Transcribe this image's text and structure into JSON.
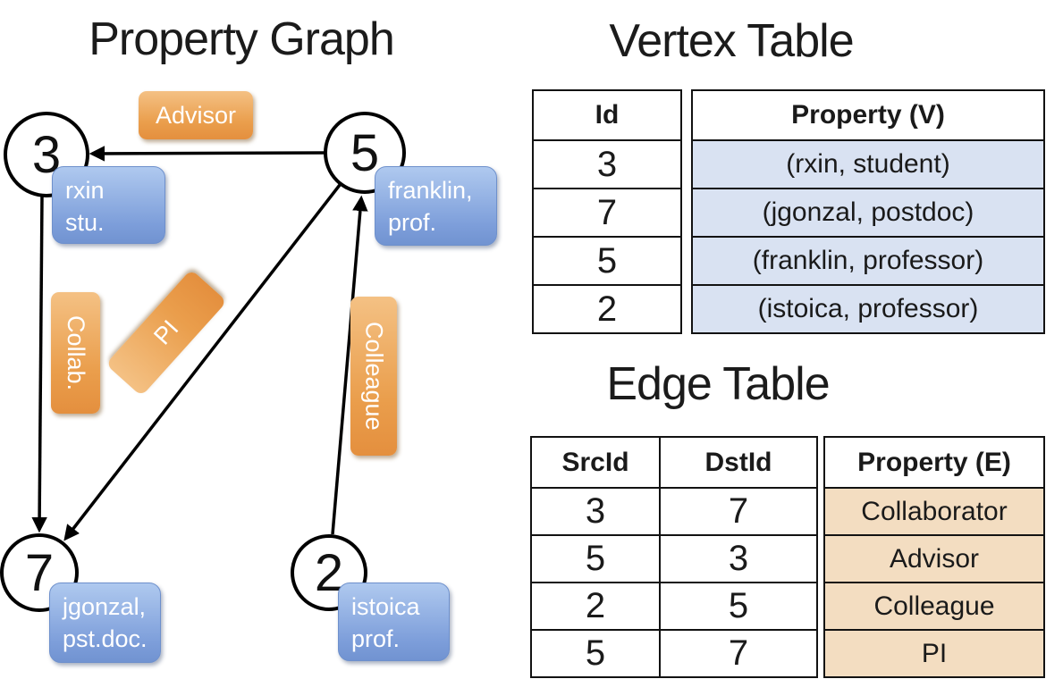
{
  "colors": {
    "edge_label_orange": "#EA9E4C",
    "vertex_label_blue": "#7D9EDA",
    "vertex_property_cell_bg": "#D9E2F2",
    "edge_property_cell_bg": "#F3DDC1",
    "table_border": "#121212",
    "edge_line": "#000000"
  },
  "graph": {
    "title": "Property Graph",
    "nodes": [
      {
        "id": "3",
        "label": [
          "rxin",
          "stu."
        ]
      },
      {
        "id": "5",
        "label": [
          "franklin,",
          "prof."
        ]
      },
      {
        "id": "7",
        "label": [
          "jgonzal,",
          "pst.doc."
        ]
      },
      {
        "id": "2",
        "label": [
          "istoica",
          "prof."
        ]
      }
    ],
    "edge_labels": {
      "advisor": "Advisor",
      "collab": "Collab.",
      "pi": "PI",
      "colleague": "Colleague"
    },
    "edges": [
      {
        "from": "5",
        "to": "3",
        "label": "Advisor"
      },
      {
        "from": "3",
        "to": "7",
        "label": "Collab."
      },
      {
        "from": "5",
        "to": "7",
        "label": "PI"
      },
      {
        "from": "2",
        "to": "5",
        "label": "Colleague"
      }
    ]
  },
  "vertex_table": {
    "title": "Vertex Table",
    "headers": {
      "id": "Id",
      "property": "Property (V)"
    },
    "rows": [
      {
        "id": "3",
        "property": "(rxin, student)"
      },
      {
        "id": "7",
        "property": "(jgonzal, postdoc)"
      },
      {
        "id": "5",
        "property": "(franklin, professor)"
      },
      {
        "id": "2",
        "property": "(istoica, professor)"
      }
    ]
  },
  "edge_table": {
    "title": "Edge Table",
    "headers": {
      "src": "SrcId",
      "dst": "DstId",
      "property": "Property (E)"
    },
    "rows": [
      {
        "src": "3",
        "dst": "7",
        "property": "Collaborator"
      },
      {
        "src": "5",
        "dst": "3",
        "property": "Advisor"
      },
      {
        "src": "2",
        "dst": "5",
        "property": "Colleague"
      },
      {
        "src": "5",
        "dst": "7",
        "property": "PI"
      }
    ]
  }
}
